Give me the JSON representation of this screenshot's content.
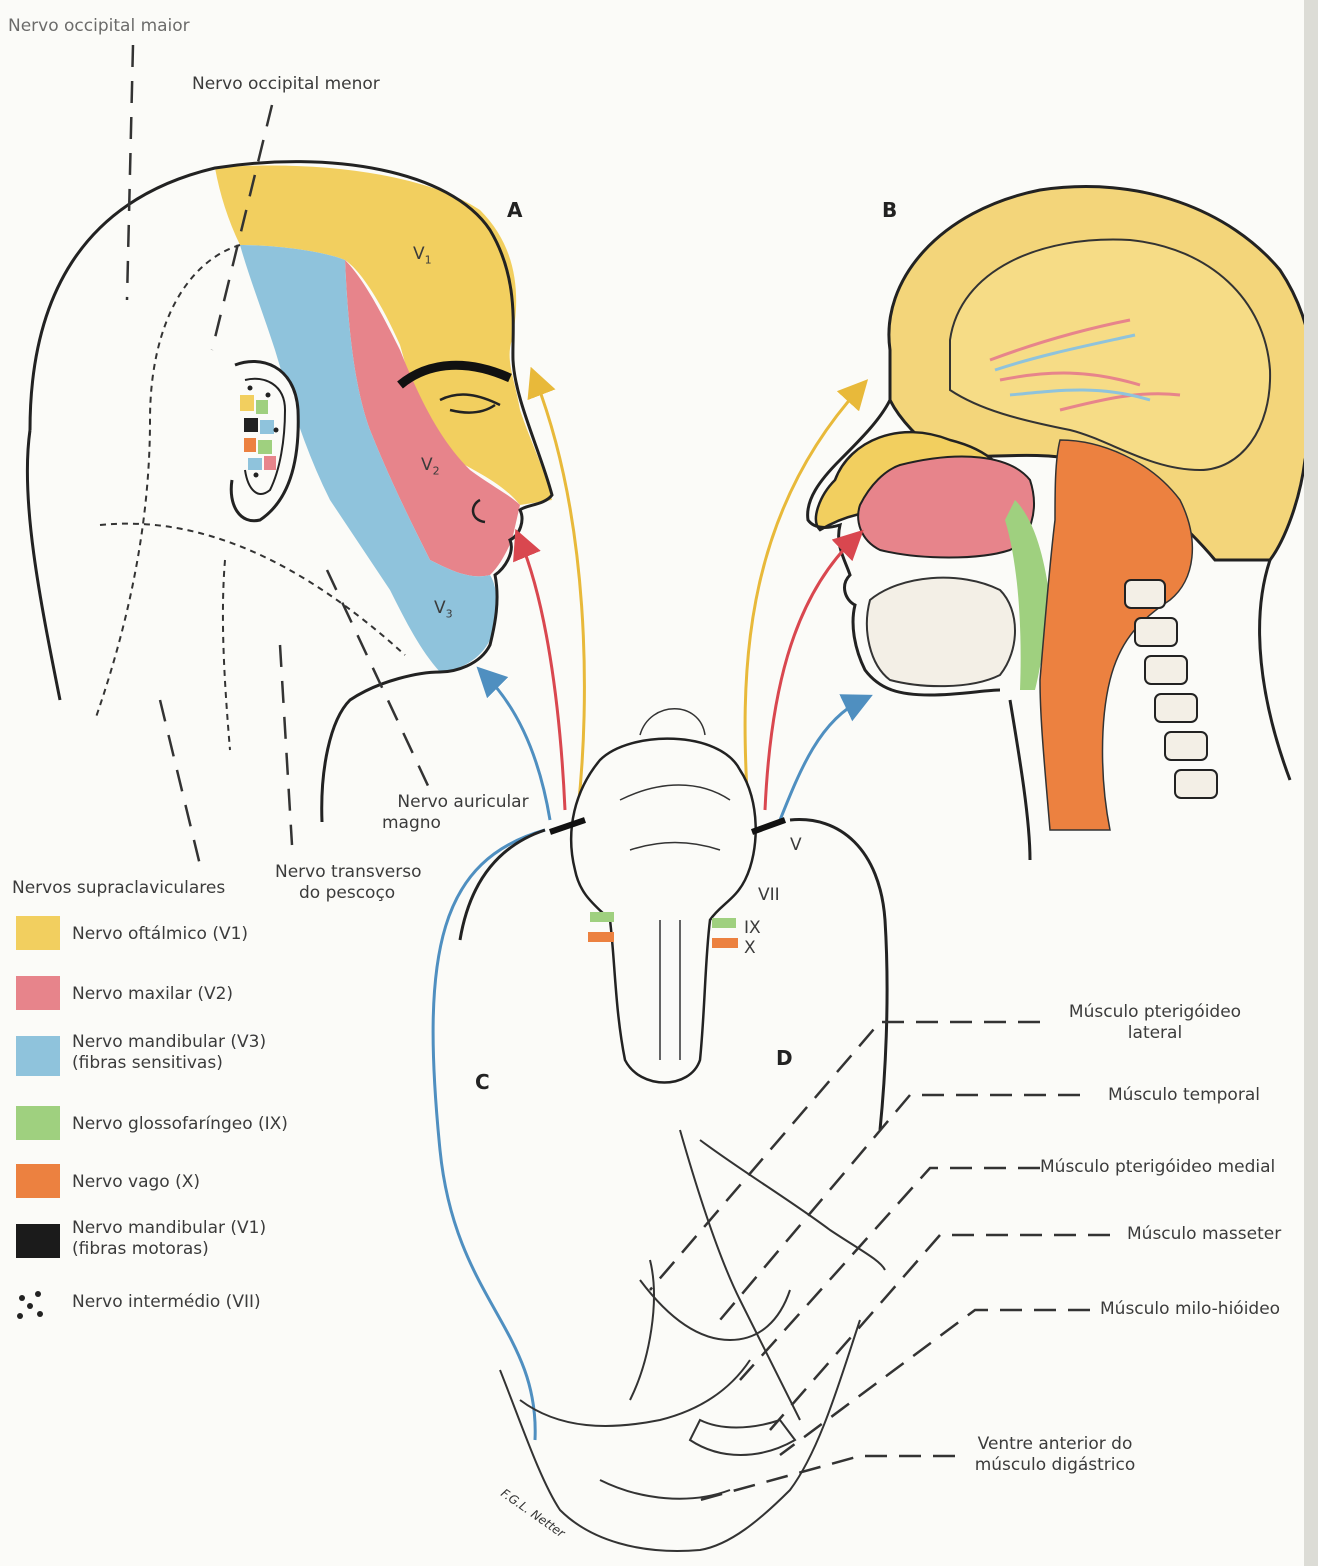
{
  "labels": {
    "occipital_maior": "Nervo occipital maior",
    "occipital_menor": "Nervo occipital menor",
    "auricular_magno_1": "Nervo auricular",
    "auricular_magno_2": "magno",
    "transverso_1": "Nervo transverso",
    "transverso_2": "do pescoço",
    "supraclaviculares": "Nervos supraclaviculares",
    "pterigoideo_lateral_1": "Músculo pterigóideo",
    "pterigoideo_lateral_2": "lateral",
    "temporal": "Músculo temporal",
    "pterigoideo_medial": "Músculo pterigóideo medial",
    "masseter": "Músculo masseter",
    "milo_hioideo": "Músculo milo-hióideo",
    "digastrico_1": "Ventre anterior do",
    "digastrico_2": "músculo digástrico"
  },
  "panels": {
    "a": "A",
    "b": "B",
    "c": "C",
    "d": "D"
  },
  "face_zones": {
    "v1": "V",
    "v2": "V",
    "v3": "V",
    "v1_sub": "1",
    "v2_sub": "2",
    "v3_sub": "3"
  },
  "brainstem": {
    "v": "V",
    "vii": "VII",
    "ix": "IX",
    "x": "X"
  },
  "legend": [
    {
      "line1": "Nervo oftálmico (V1)",
      "line2": "",
      "color": "#f2cf5f"
    },
    {
      "line1": "Nervo maxilar (V2)",
      "line2": "",
      "color": "#e7848b"
    },
    {
      "line1": "Nervo mandibular (V3)",
      "line2": "(fibras sensitivas)",
      "color": "#8fc3dc"
    },
    {
      "line1": "Nervo glossofaríngeo (IX)",
      "line2": "",
      "color": "#9fd07f"
    },
    {
      "line1": "Nervo vago (X)",
      "line2": "",
      "color": "#ec8140"
    },
    {
      "line1": "Nervo mandibular (V1)",
      "line2": "(fibras motoras)",
      "color": "#1b1b1b"
    },
    {
      "line1": "Nervo intermédio (VII)",
      "line2": "",
      "color": "dots"
    }
  ],
  "signature": "F.G.L. Netter"
}
